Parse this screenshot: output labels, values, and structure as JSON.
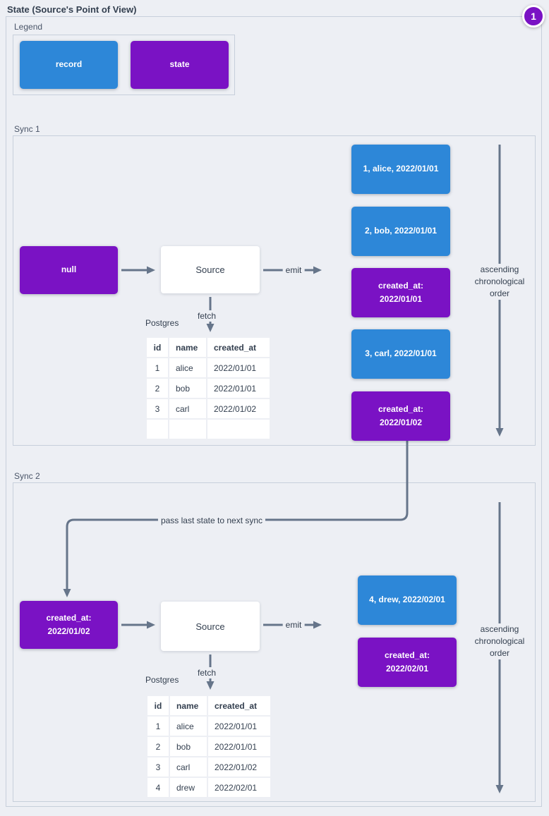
{
  "title": "State (Source's Point of View)",
  "badge": {
    "value": "1"
  },
  "colors": {
    "record": "#2d87d8",
    "state": "#7a12c4",
    "arrow": "#66758a",
    "bg": "#edeff4",
    "border": "#c7cfdb",
    "text": "#4a5568",
    "dark": "#333f4f"
  },
  "legend": {
    "title": "Legend",
    "items": [
      {
        "type": "record",
        "label": "record"
      },
      {
        "type": "state",
        "label": "state"
      }
    ]
  },
  "sync1": {
    "title": "Sync 1",
    "input_state": "null",
    "source": "Source",
    "emit_label": "emit",
    "fetch_label": "fetch",
    "db_label": "Postgres",
    "order_label": "ascending chronological order",
    "table": {
      "headers": [
        "id",
        "name",
        "created_at"
      ],
      "rows": [
        [
          "1",
          "alice",
          "2022/01/01"
        ],
        [
          "2",
          "bob",
          "2022/01/01"
        ],
        [
          "3",
          "carl",
          "2022/01/02"
        ],
        [
          "",
          "",
          ""
        ]
      ]
    },
    "messages": [
      {
        "type": "record",
        "text": "1, alice, 2022/01/01"
      },
      {
        "type": "record",
        "text": "2, bob, 2022/01/01"
      },
      {
        "type": "state",
        "text": "created_at: 2022/01/01"
      },
      {
        "type": "record",
        "text": "3, carl, 2022/01/01"
      },
      {
        "type": "state",
        "text": "created_at: 2022/01/02"
      }
    ]
  },
  "connector": {
    "label": "pass last state to next sync"
  },
  "sync2": {
    "title": "Sync 2",
    "input_state": "created_at: 2022/01/02",
    "source": "Source",
    "emit_label": "emit",
    "fetch_label": "fetch",
    "db_label": "Postgres",
    "order_label": "ascending chronological order",
    "table": {
      "headers": [
        "id",
        "name",
        "created_at"
      ],
      "rows": [
        [
          "1",
          "alice",
          "2022/01/01"
        ],
        [
          "2",
          "bob",
          "2022/01/01"
        ],
        [
          "3",
          "carl",
          "2022/01/02"
        ],
        [
          "4",
          "drew",
          "2022/02/01"
        ]
      ]
    },
    "messages": [
      {
        "type": "record",
        "text": "4, drew, 2022/02/01"
      },
      {
        "type": "state",
        "text": "created_at: 2022/02/01"
      }
    ]
  }
}
